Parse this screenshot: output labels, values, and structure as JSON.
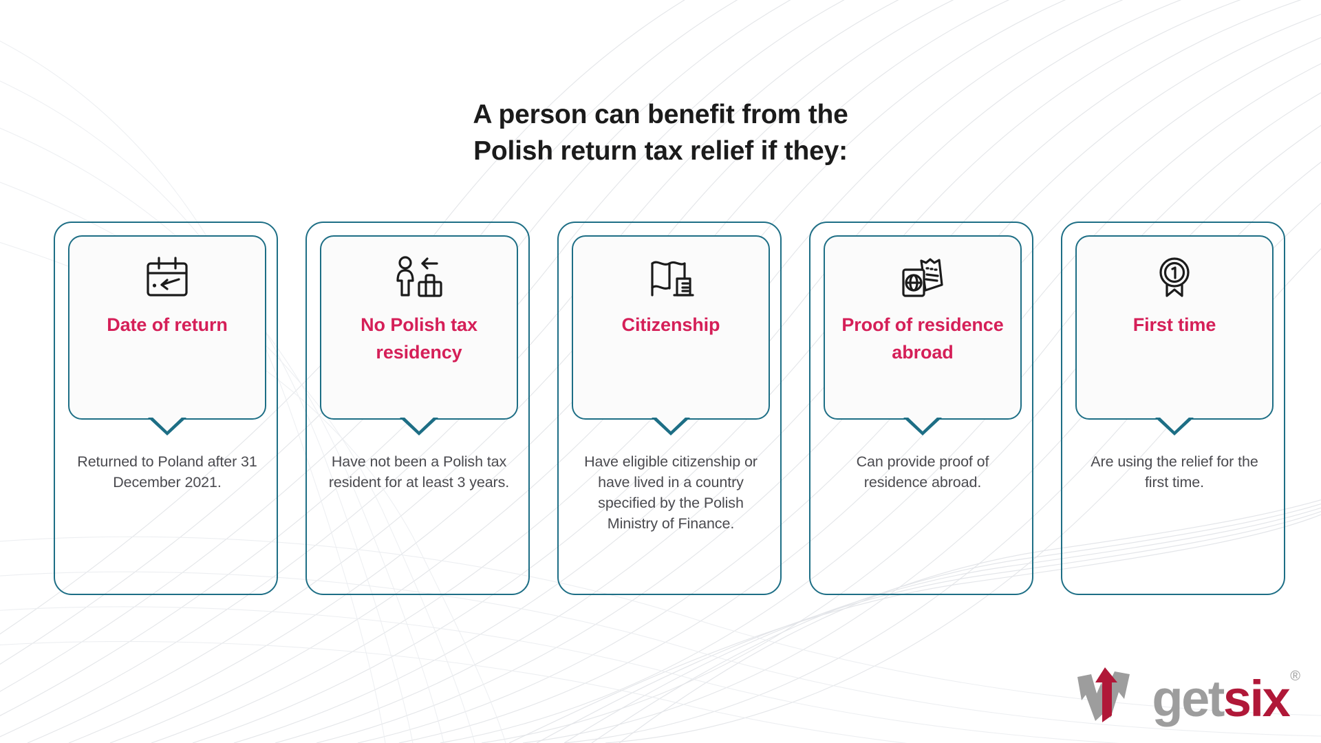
{
  "theme": {
    "accent_pink": "#d51f58",
    "accent_teal": "#1d6e85",
    "body_text": "#4a4a4f",
    "title_text": "#1b1b1b",
    "card_fill": "#fbfbfb",
    "page_background": "#ffffff"
  },
  "header": {
    "title_line_1": "A person can benefit from the",
    "title_line_2": "Polish return tax relief if they:"
  },
  "cards": [
    {
      "icon": "calendar-return-arrow-icon",
      "title": "Date of return",
      "body": "Returned to Poland after 31 December 2021."
    },
    {
      "icon": "person-suitcase-arrow-icon",
      "title": "No Polish tax residency",
      "body": "Have not been a Polish tax resident for at least 3 years."
    },
    {
      "icon": "flag-id-card-icon",
      "title": "Citizenship",
      "body": "Have eligible citizenship or have lived in a country specified by the Polish Ministry of Finance."
    },
    {
      "icon": "passport-ticket-icon",
      "title": "Proof of residence abroad",
      "body": "Can provide proof of residence abroad."
    },
    {
      "icon": "medal-number-one-icon",
      "title": "First time",
      "body": "Are using the relief for the first time."
    }
  ],
  "logo": {
    "word_primary": "get",
    "word_secondary": "six",
    "registered_mark": "®",
    "mark_color_gray": "#9d9d9d",
    "mark_color_crimson": "#b01838"
  }
}
